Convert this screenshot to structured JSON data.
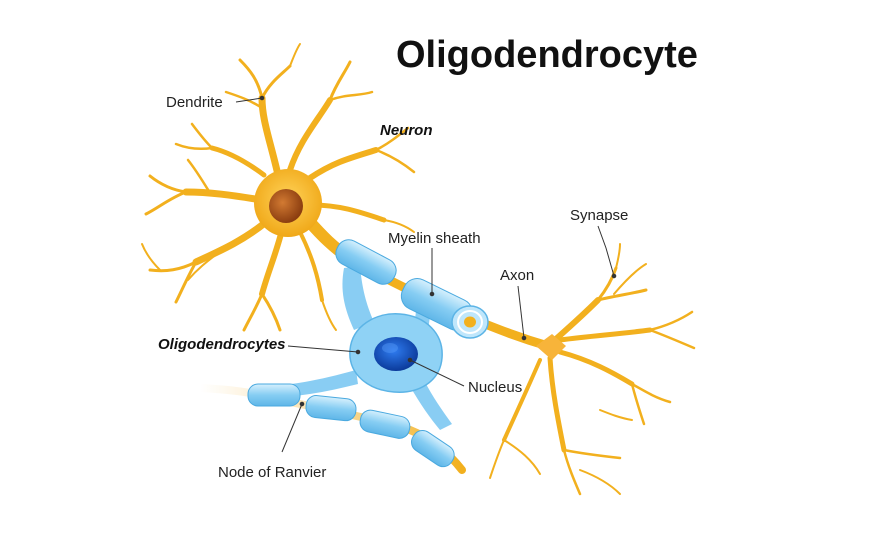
{
  "title": "Oligodendrocyte",
  "labels": {
    "dendrite": "Dendrite",
    "neuron": "Neuron",
    "myelin_sheath": "Myelin sheath",
    "synapse": "Synapse",
    "axon": "Axon",
    "oligodendrocytes": "Oligodendrocytes",
    "nucleus": "Nucleus",
    "node_of_ranvier": "Node of Ranvier"
  },
  "colors": {
    "neuron_orange": "#f2b01e",
    "neuron_dark": "#e69a12",
    "soma_nucleus": "#b5561a",
    "myelin_blue": "#7cc8f2",
    "myelin_light": "#c4e8fb",
    "nucleus_blue": "#1f5fd0",
    "leader_line": "#333333"
  }
}
